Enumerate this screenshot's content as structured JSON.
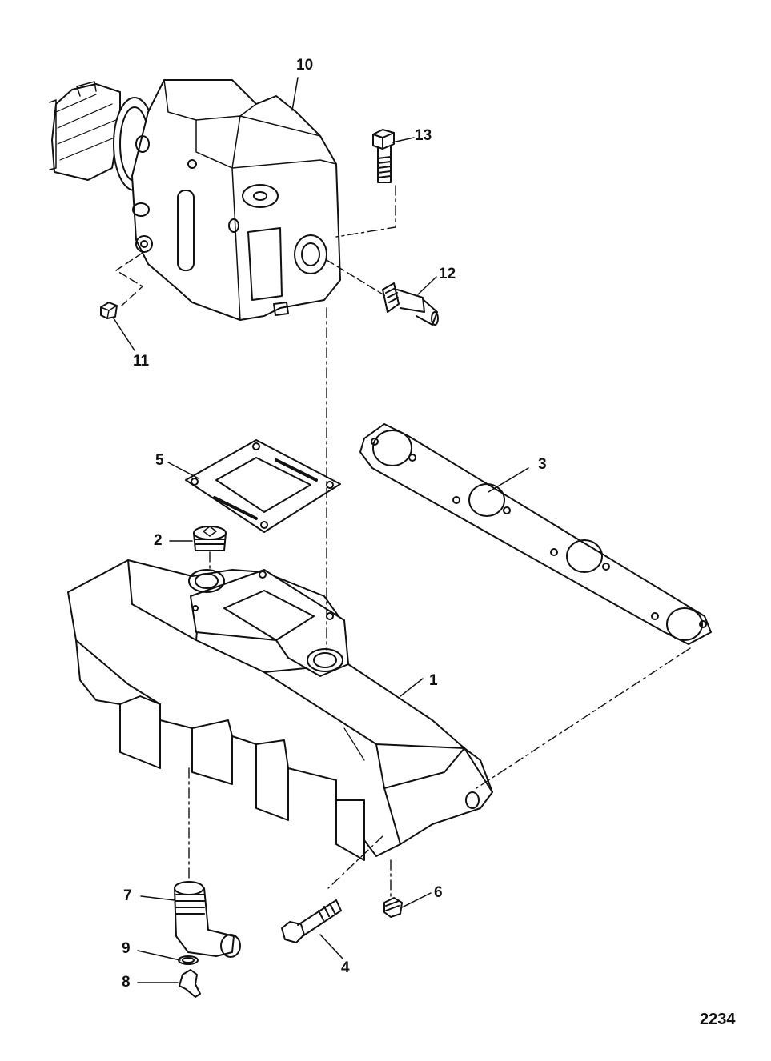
{
  "diagram": {
    "figure_number": "2234",
    "callouts": [
      {
        "id": "1",
        "text": "1",
        "part": "exhaust-manifold"
      },
      {
        "id": "2",
        "text": "2",
        "part": "pipe-plug"
      },
      {
        "id": "3",
        "text": "3",
        "part": "manifold-gasket"
      },
      {
        "id": "4",
        "text": "4",
        "part": "bolt"
      },
      {
        "id": "5",
        "text": "5",
        "part": "elbow-gasket"
      },
      {
        "id": "6",
        "text": "6",
        "part": "drain-plug"
      },
      {
        "id": "7",
        "text": "7",
        "part": "elbow-fitting"
      },
      {
        "id": "8",
        "text": "8",
        "part": "drain-petcock"
      },
      {
        "id": "9",
        "text": "9",
        "part": "o-ring"
      },
      {
        "id": "10",
        "text": "10",
        "part": "exhaust-elbow"
      },
      {
        "id": "11",
        "text": "11",
        "part": "pipe-plug-small"
      },
      {
        "id": "12",
        "text": "12",
        "part": "hose-fitting"
      },
      {
        "id": "13",
        "text": "13",
        "part": "elbow-bolt"
      }
    ]
  }
}
